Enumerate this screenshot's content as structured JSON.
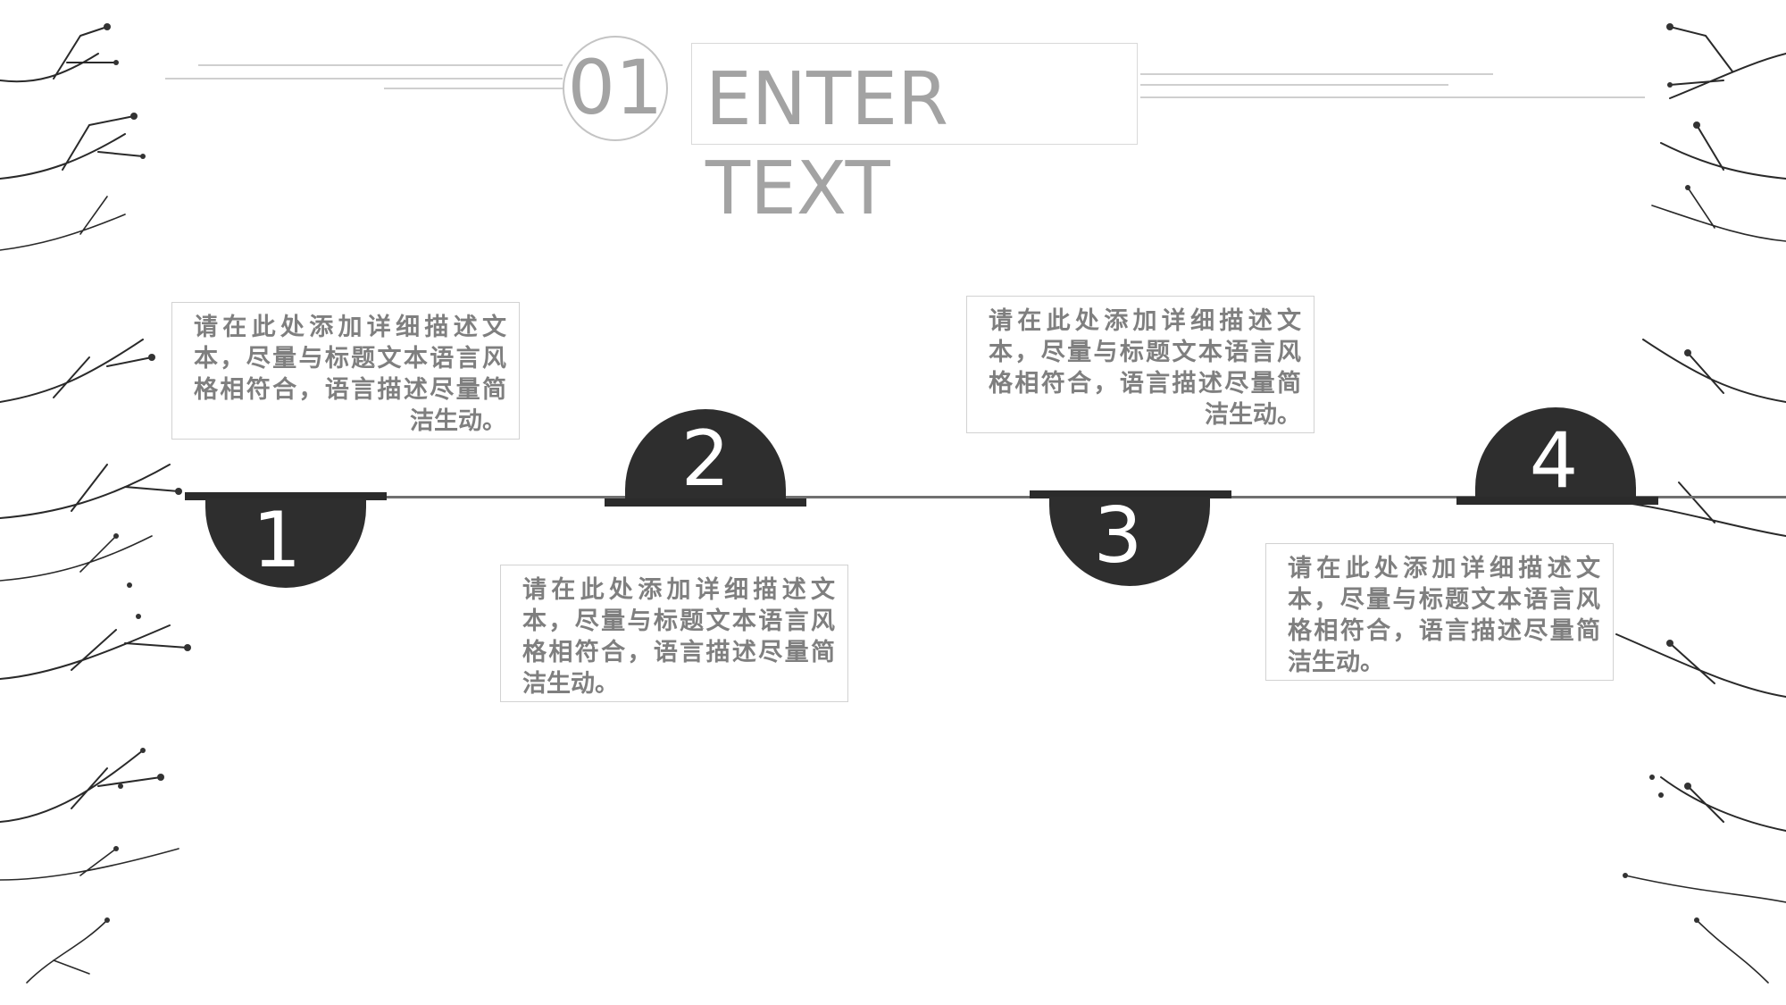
{
  "header": {
    "section_number": "01",
    "title": "ENTER TEXT"
  },
  "steps": [
    {
      "number": "1",
      "description": "请在此处添加详细描述文本，尽量与标题文本语言风格相符合，语言描述尽量简洁生动。"
    },
    {
      "number": "2",
      "description": "请在此处添加详细描述文本，尽量与标题文本语言风格相符合，语言描述尽量简洁生动。"
    },
    {
      "number": "3",
      "description": "请在此处添加详细描述文本，尽量与标题文本语言风格相符合，语言描述尽量简洁生动。"
    },
    {
      "number": "4",
      "description": "请在此处添加详细描述文本，尽量与标题文本语言风格相符合，语言描述尽量简洁生动。"
    }
  ],
  "colors": {
    "accent_dark": "#2e2e2e",
    "heading_gray": "#a3a3a3",
    "body_gray": "#7f7f7f"
  }
}
